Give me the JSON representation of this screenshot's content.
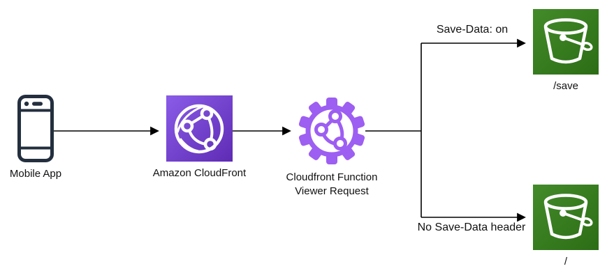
{
  "diagram": {
    "nodes": [
      {
        "id": "mobile_app",
        "label": "Mobile App",
        "icon": "mobile-phone-icon",
        "color": "#232f3e"
      },
      {
        "id": "cloudfront",
        "label": "Amazon CloudFront",
        "icon": "cloudfront-globe-icon",
        "color_start": "#8a5ce8",
        "color_end": "#5e2bb4"
      },
      {
        "id": "cloudfront_function",
        "label_line1": "Cloudfront Function",
        "label_line2": "Viewer Request",
        "icon": "cloudfront-function-gear-icon",
        "color": "#9d5ef2"
      },
      {
        "id": "bucket_save",
        "label": "/save",
        "icon": "s3-bucket-icon",
        "color_start": "#438b2a",
        "color_end": "#2c6d15"
      },
      {
        "id": "bucket_root",
        "label": "/",
        "icon": "s3-bucket-icon",
        "color_start": "#438b2a",
        "color_end": "#2c6d15"
      }
    ],
    "edges": [
      {
        "from": "mobile_app",
        "to": "cloudfront",
        "label": ""
      },
      {
        "from": "cloudfront",
        "to": "cloudfront_function",
        "label": ""
      },
      {
        "from": "cloudfront_function",
        "to": "bucket_save",
        "label": "Save-Data: on"
      },
      {
        "from": "cloudfront_function",
        "to": "bucket_root",
        "label": "No Save-Data header"
      }
    ],
    "colors": {
      "line": "#000000",
      "text": "#111111",
      "icon_stroke_white": "#ffffff"
    }
  }
}
